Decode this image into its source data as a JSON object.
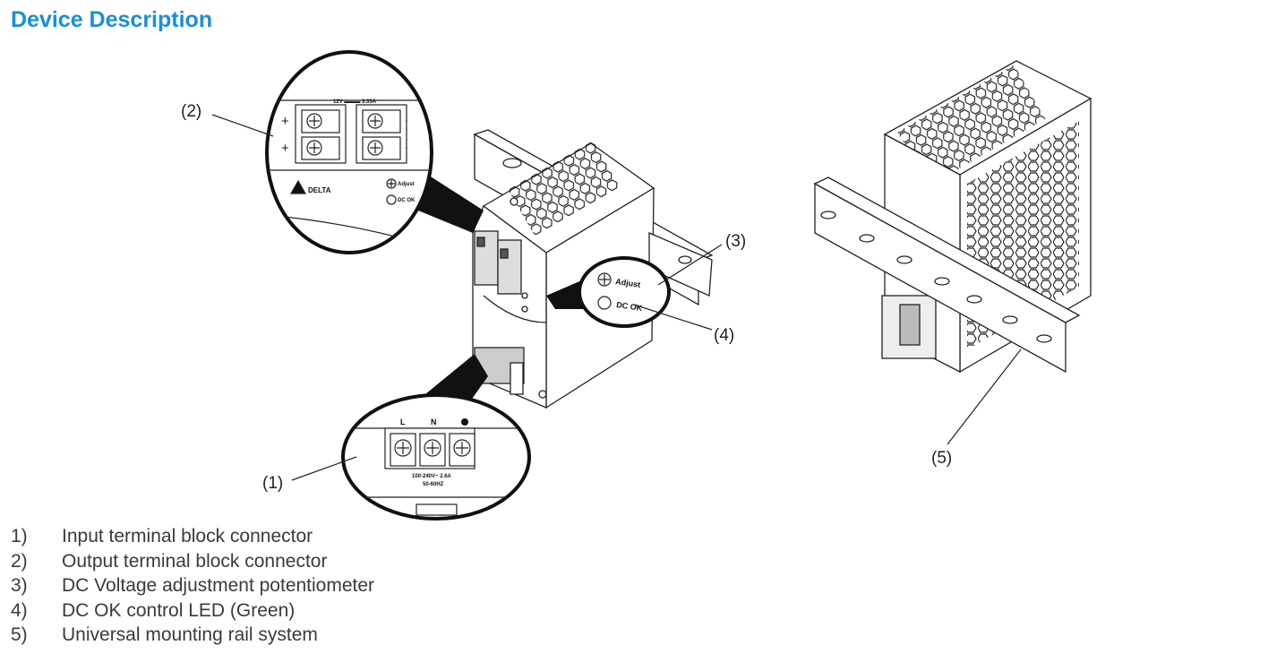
{
  "page": {
    "title": "Device Description"
  },
  "figure": {
    "callouts": [
      "(1)",
      "(2)",
      "(3)",
      "(4)",
      "(5)"
    ],
    "panel": {
      "output_rating": "12V ▬▬▬ 3.33A",
      "brand": "DELTA",
      "adjust_small": "Adjust",
      "dcok_small": "DC OK",
      "adjust_label": "Adjust",
      "dcok_label": "DC OK",
      "plus_top": "+",
      "plus_bottom": "+",
      "minus_top": "-",
      "minus_bottom": "-",
      "input_L": "L",
      "input_N": "N",
      "input_rating": "100-240V~ 2.6A",
      "input_freq": "50-60HZ"
    }
  },
  "legend": [
    {
      "num": "1)",
      "text": "Input  terminal block connector"
    },
    {
      "num": "2)",
      "text": "Output terminal block connector"
    },
    {
      "num": "3)",
      "text": "DC Voltage adjustment potentiometer"
    },
    {
      "num": "4)",
      "text": "DC OK control LED (Green)"
    },
    {
      "num": "5)",
      "text": "Universal mounting rail system"
    }
  ]
}
